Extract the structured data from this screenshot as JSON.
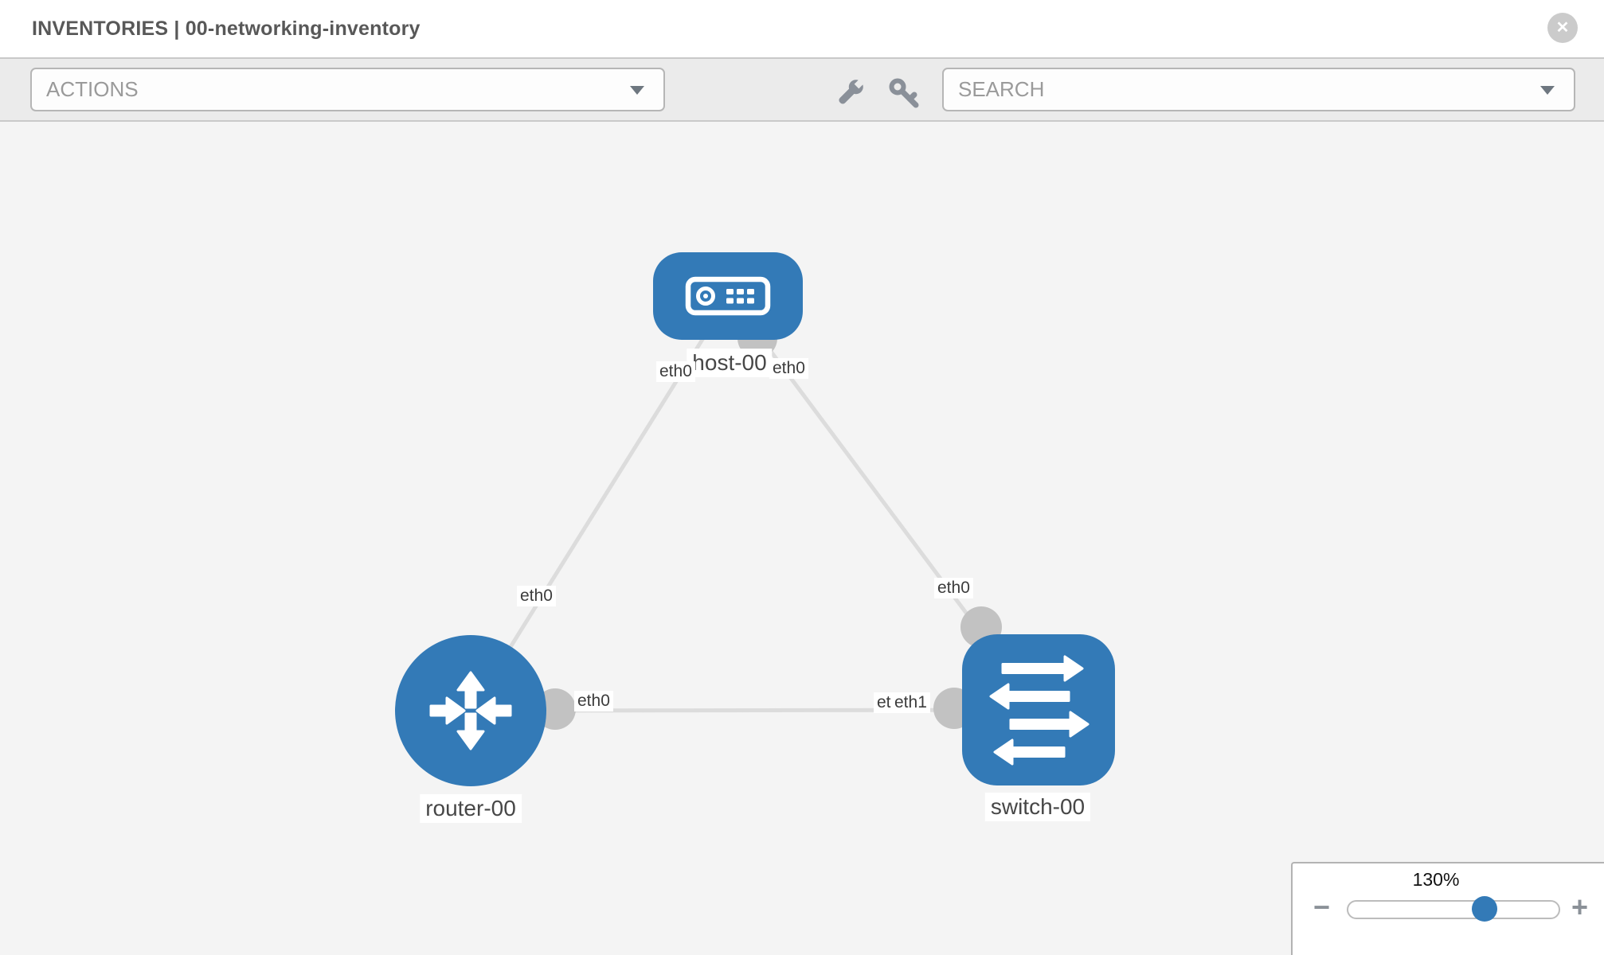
{
  "header": {
    "title": "INVENTORIES | 00-networking-inventory",
    "close_glyph": "✕"
  },
  "toolbar": {
    "actions_placeholder": "ACTIONS",
    "search_placeholder": "SEARCH",
    "icons": [
      "wrench-icon",
      "key-icon"
    ]
  },
  "graph": {
    "nodes": [
      {
        "id": "host-00",
        "type": "host",
        "label": "host-00"
      },
      {
        "id": "router-00",
        "type": "router",
        "label": "router-00"
      },
      {
        "id": "switch-00",
        "type": "switch",
        "label": "switch-00"
      }
    ],
    "links": [
      {
        "source": "router-00",
        "target": "host-00",
        "source_interface": "eth0",
        "target_interface": "eth0"
      },
      {
        "source": "host-00",
        "target": "switch-00",
        "source_interface": "eth0",
        "target_interface": "eth0"
      },
      {
        "source": "router-00",
        "target": "switch-00",
        "source_interface": "eth0",
        "target_interface": "eth1",
        "target_overlapped_interface": "eth0"
      }
    ]
  },
  "zoom_control": {
    "level": "130%",
    "minus_glyph": "−",
    "plus_glyph": "+"
  },
  "colors": {
    "node_blue": "#337ab7",
    "link_gray": "#dcdcdc",
    "connector_gray": "#c2c2c2",
    "toolbar_bg": "#ebebeb",
    "canvas_bg": "#f4f4f4"
  }
}
